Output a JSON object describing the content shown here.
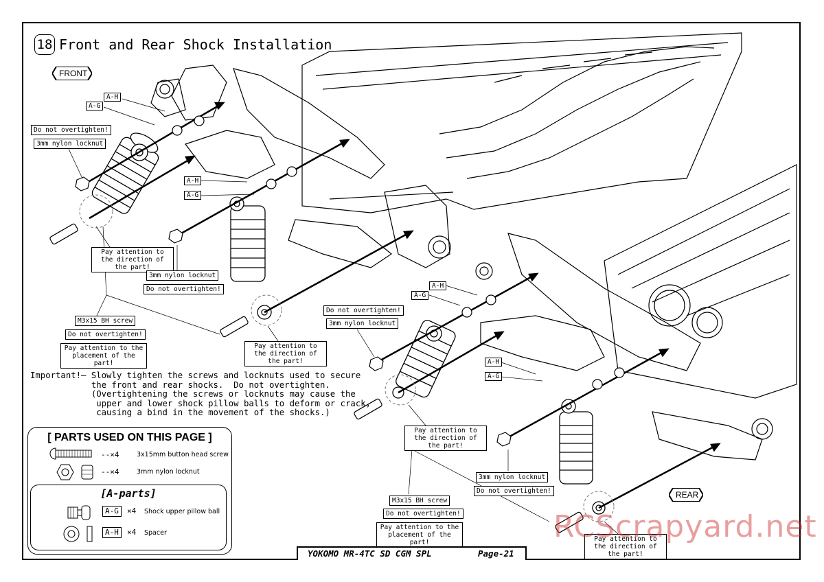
{
  "step": {
    "number": "18",
    "title": "Front and Rear Shock Installation"
  },
  "directions": {
    "front": "FRONT",
    "rear": "REAR"
  },
  "callouts": {
    "ah": "A-H",
    "ag": "A-G",
    "do_not_overtighten": "Do not overtighten!",
    "nylon_locknut": "3mm nylon locknut",
    "pay_attention_direction": "Pay attention to the direction of the part!",
    "m3x15_screw": "M3x15 BH screw",
    "pay_attention_placement": "Pay attention to the placement of the part!"
  },
  "important_note": "Important!— Slowly tighten the screws and locknuts used to secure\n            the front and rear shocks.  Do not overtighten.\n            (Overtightening the screws or locknuts may cause the\n             upper and lower shock pillow balls to deform or crack,\n             causing a bind in the movement of the shocks.)",
  "parts": {
    "title": "[ PARTS USED ON THIS PAGE ]",
    "items": [
      {
        "qty": "--×4",
        "name": "3x15mm button head screw",
        "icon": "button-head-screw-icon"
      },
      {
        "qty": "--×4",
        "name": "3mm nylon locknut",
        "icon": "nylon-locknut-icon"
      }
    ],
    "a_parts": {
      "title": "[A-parts]",
      "items": [
        {
          "code": "A-G",
          "qty": "×4",
          "name": "Shock upper pillow ball",
          "icon": "pillow-ball-icon"
        },
        {
          "code": "A-H",
          "qty": "×4",
          "name": "Spacer",
          "icon": "spacer-icon"
        }
      ]
    }
  },
  "footer": {
    "title": "YOKOMO MR-4TC SD CGM SPL",
    "page": "Page-21"
  },
  "watermark": "RCScrapyard.net"
}
